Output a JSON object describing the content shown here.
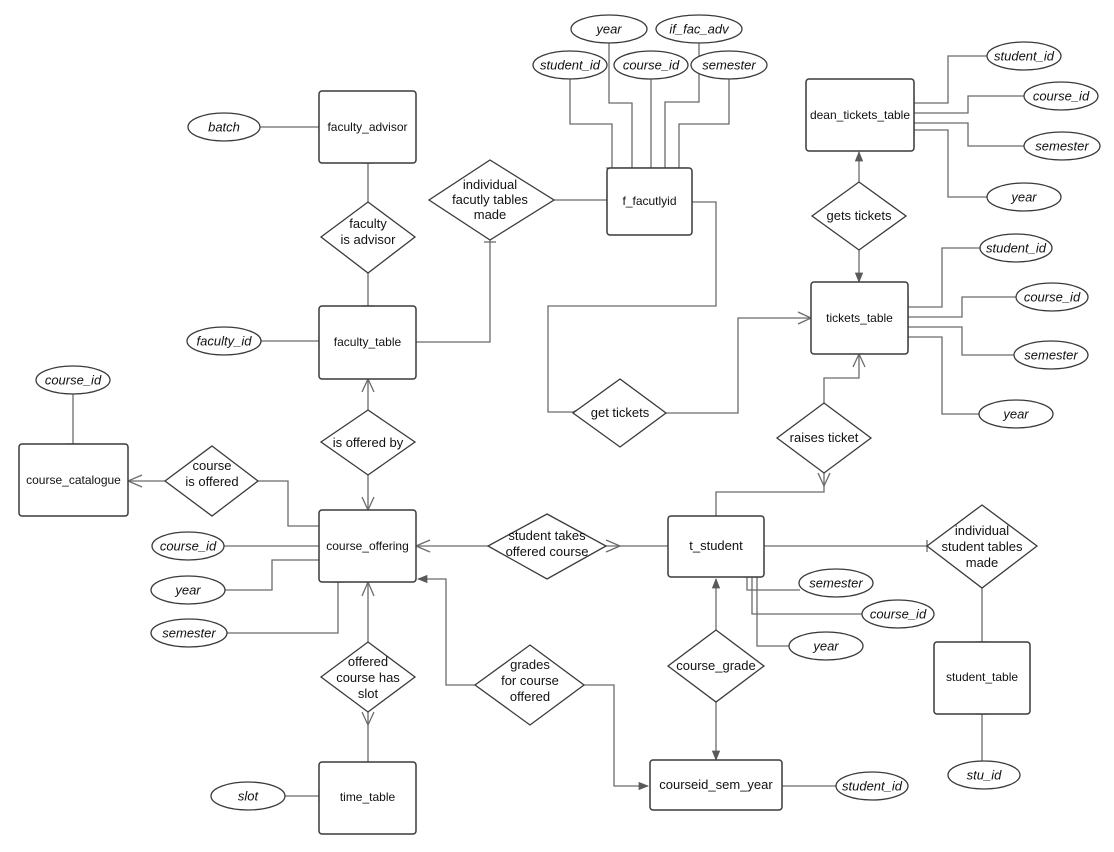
{
  "entities": {
    "faculty_advisor": "faculty_advisor",
    "f_facutlyid": "f_facutlyid",
    "dean_tickets_table": "dean_tickets_table",
    "tickets_table": "tickets_table",
    "faculty_table": "faculty_table",
    "course_catalogue": "course_catalogue",
    "course_offering": "course_offering",
    "t_student": "t_student",
    "time_table": "time_table",
    "courseid_sem_year": "courseid_sem_year",
    "student_table": "student_table"
  },
  "relationships": {
    "faculty_is_advisor": [
      "faculty",
      "is advisor"
    ],
    "individual_faculty_tables": [
      "individual",
      "facutly tables",
      "made"
    ],
    "gets_tickets": [
      "gets tickets"
    ],
    "get_tickets": [
      "get tickets"
    ],
    "raises_ticket": [
      "raises ticket"
    ],
    "is_offered_by": [
      "is offered by"
    ],
    "course_is_offered": [
      "course",
      "is offered"
    ],
    "student_takes": [
      "student takes",
      "offered course"
    ],
    "individual_student_tables": [
      "individual",
      "student tables",
      "made"
    ],
    "offered_course_has_slot": [
      "offered",
      "course has",
      "slot"
    ],
    "grades_for_course": [
      "grades",
      "for course",
      "offered"
    ],
    "course_grade": [
      "course_grade"
    ]
  },
  "attributes": {
    "batch": "batch",
    "faculty_id": "faculty_id",
    "catalogue_course_id": "course_id",
    "offering_course_id": "course_id",
    "offering_year": "year",
    "offering_semester": "semester",
    "slot": "slot",
    "ff_year": "year",
    "ff_if_fac_adv": "if_fac_adv",
    "ff_student_id": "student_id",
    "ff_course_id": "course_id",
    "ff_semester": "semester",
    "dean_student_id": "student_id",
    "dean_course_id": "course_id",
    "dean_semester": "semester",
    "dean_year": "year",
    "tickets_student_id": "student_id",
    "tickets_course_id": "course_id",
    "tickets_semester": "semester",
    "tickets_year": "year",
    "ts_semester": "semester",
    "ts_course_id": "course_id",
    "ts_year": "year",
    "csy_student_id": "student_id",
    "stu_id": "stu_id"
  }
}
